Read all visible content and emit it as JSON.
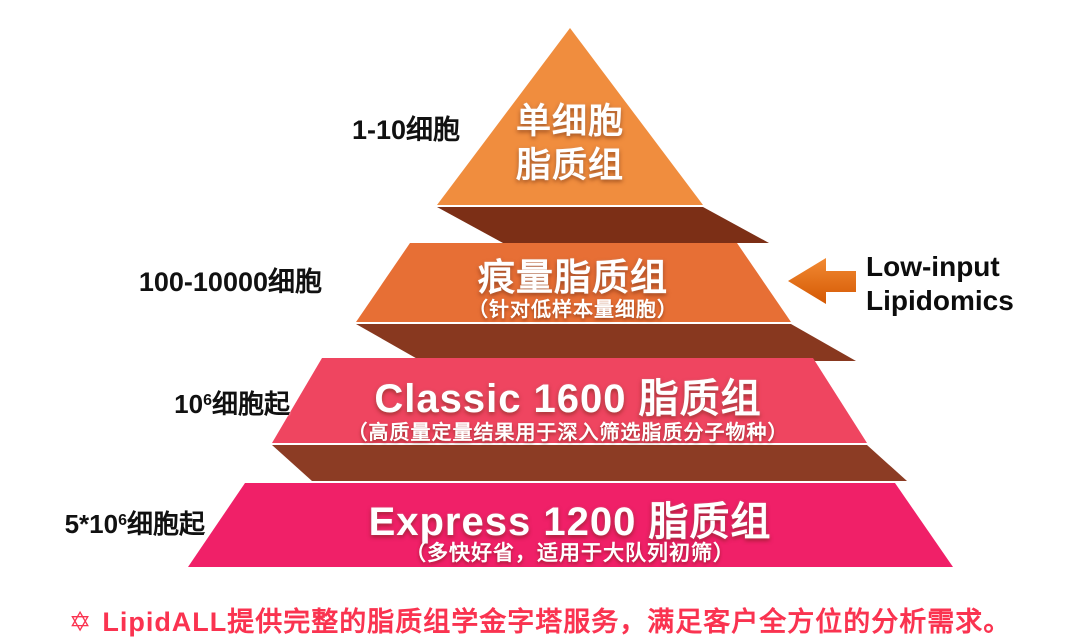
{
  "tiers": [
    {
      "name": "single-cell-lipidome",
      "cells": {
        "prefix": "1-10细胞",
        "sup": "",
        "suffix": ""
      },
      "title_line1": "单细胞",
      "title_line2": "脂质组",
      "subtitle": "",
      "color": "#F08D3E",
      "shadow_color": "#7C2F16"
    },
    {
      "name": "trace-lipidome",
      "cells": {
        "prefix": "100-10000细胞",
        "sup": "",
        "suffix": ""
      },
      "title": "痕量脂质组",
      "subtitle": "（针对低样本量细胞）",
      "color": "#E76F35",
      "shadow_color": "#88381F"
    },
    {
      "name": "classic-1600-lipidome",
      "cells": {
        "prefix": "10",
        "sup": "6",
        "suffix": "细胞起"
      },
      "title": "Classic 1600 脂质组",
      "subtitle": "（高质量定量结果用于深入筛选脂质分子物种）",
      "color": "#EF4560",
      "shadow_color": "#8C3C24"
    },
    {
      "name": "express-1200-lipidome",
      "cells": {
        "prefix": "5*10",
        "sup": "6",
        "suffix": "细胞起"
      },
      "title": "Express 1200 脂质组",
      "subtitle": "（多快好省，适用于大队列初筛）",
      "color": "#F02068",
      "shadow_color": "#8D3A22"
    }
  ],
  "callout": {
    "line1": "Low-input",
    "line2": "Lipidomics",
    "arrow_gradient": {
      "start": "#F28A33",
      "end": "#D45803"
    }
  },
  "footer": {
    "star": "✡",
    "text": "LipidALL提供完整的脂质组学金字塔服务，满足客户全方位的分析需求。",
    "color": "#FA3350"
  }
}
